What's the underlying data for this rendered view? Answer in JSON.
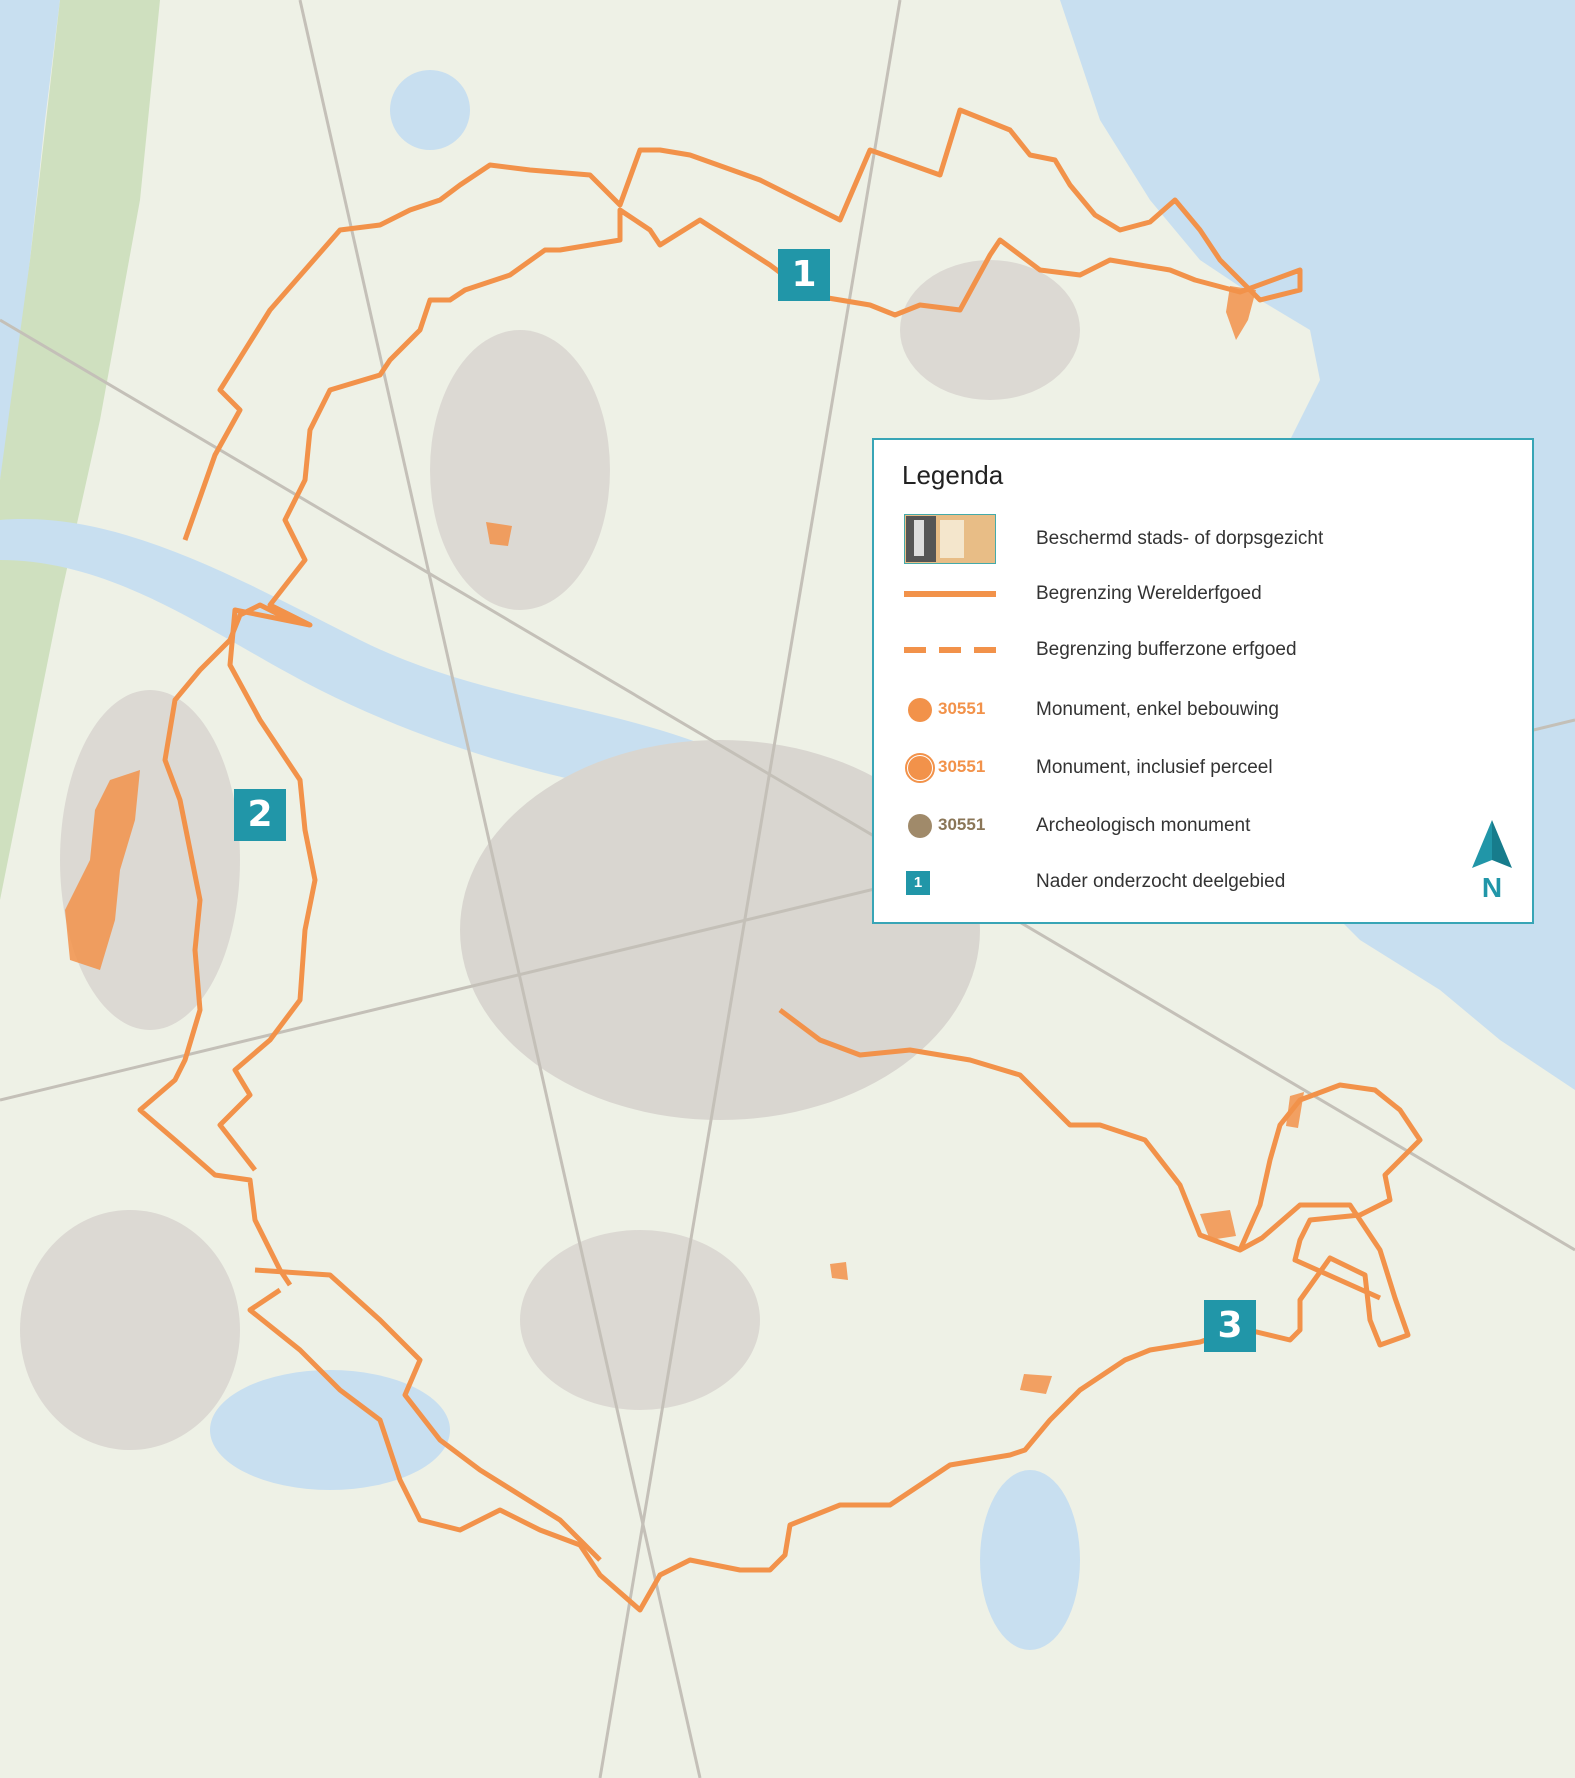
{
  "colors": {
    "boundary": "#f2924a",
    "label_bg": "#2196a8",
    "water": "#c8dff0",
    "land": "#eef1e6",
    "urban": "#d6d4d0",
    "archeo": "#a08a6a"
  },
  "area_labels": [
    "1",
    "2",
    "3"
  ],
  "legend": {
    "title": "Legenda",
    "items": [
      {
        "symbol": "photo-thumbnail",
        "number": "",
        "label": "Beschermd stads- of dorpsgezicht"
      },
      {
        "symbol": "solid-line",
        "number": "",
        "label": "Begrenzing Werelderfgoed"
      },
      {
        "symbol": "dashed-line",
        "number": "",
        "label": "Begrenzing bufferzone erfgoed"
      },
      {
        "symbol": "orange-dot",
        "number": "30551",
        "label": "Monument, enkel bebouwing"
      },
      {
        "symbol": "orange-dot-square",
        "number": "30551",
        "label": "Monument, inclusief perceel"
      },
      {
        "symbol": "brown-dot",
        "number": "30551",
        "label": "Archeologisch monument"
      },
      {
        "symbol": "teal-square",
        "number": "1",
        "label": "Nader onderzocht deelgebied"
      }
    ],
    "north_label": "N"
  }
}
